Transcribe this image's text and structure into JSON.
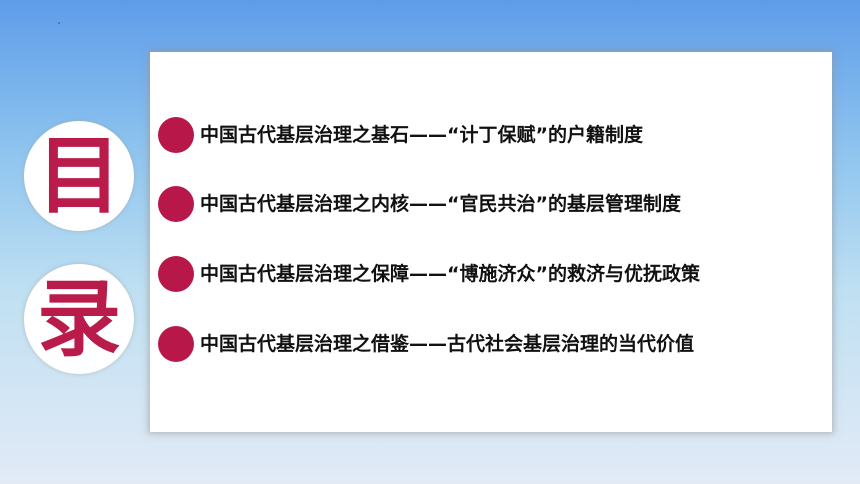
{
  "heading": {
    "char_1": "目",
    "char_2": "录"
  },
  "toc": {
    "items": [
      {
        "text": "中国古代基层治理之基石——“计丁保赋”的户籍制度"
      },
      {
        "text": "中国古代基层治理之内核——“官民共治”的基层管理制度"
      },
      {
        "text": "中国古代基层治理之保障——“博施济众”的救济与优抚政策"
      },
      {
        "text": "中国古代基层治理之借鉴——古代社会基层治理的当代价值"
      }
    ]
  },
  "colors": {
    "accent": "#b8174a",
    "heading_text": "#b91c4b",
    "background_top": "#5f9ce9",
    "background_bottom": "#e2eaf6"
  }
}
